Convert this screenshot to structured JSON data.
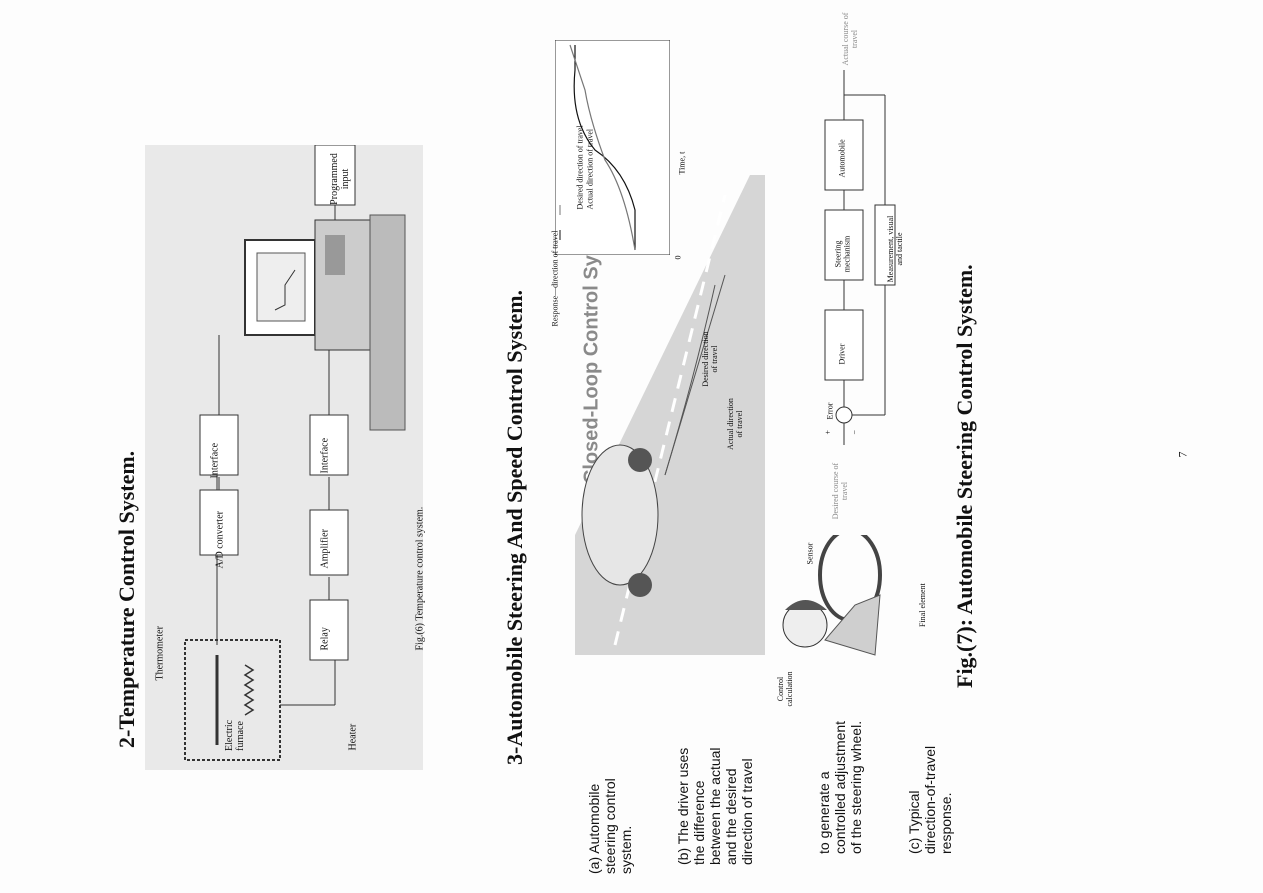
{
  "section2": {
    "heading": "2-Temperature Control System."
  },
  "fig6": {
    "caption": "Fig.(6)    Temperature control system.",
    "labels": {
      "thermometer": "Thermometer",
      "furnace": "Electric furnace",
      "heater": "Heater",
      "relay": "Relay",
      "amplifier": "Amplifier",
      "interface_bottom": "Interface",
      "ad_converter": "A/D converter",
      "interface_top": "Interface",
      "programmed_input": "Programmed input"
    }
  },
  "section3": {
    "heading": "3-Automobile Steering And Speed Control System.",
    "example": "EXAMPLE : Closed-Loop Control Systems"
  },
  "fig7": {
    "caption": "Fig.(7): Automobile Steering Control System.",
    "road_labels": {
      "desired": "Desired direction of travel",
      "actual": "Actual direction of travel"
    },
    "driver_labels": {
      "control_calc": "Control calculation",
      "sensor": "Sensor",
      "final_element": "Final element"
    },
    "block": {
      "desired_course": "Desired course of travel",
      "plus": "+",
      "minus": "−",
      "error": "Error",
      "driver": "Driver",
      "steering": "Steering mechanism",
      "automobile": "Automobile",
      "measurement": "Measurement, visual and tactile",
      "actual_course": "Actual course of travel"
    },
    "response": {
      "legend_desired": "Desired direction of travel",
      "legend_actual": "Actual direction of travel",
      "ylabel": "Response—direction of travel",
      "xlabel": "Time, t",
      "origin": "0"
    }
  },
  "notes": {
    "a": "(a) Automobile steering control system.",
    "b1": "(b) The driver uses the difference between the actual and the desired direction of travel",
    "b2": "to generate a controlled adjustment of the steering wheel.",
    "c": "(c) Typical direction-of-travel response."
  },
  "page_number": "7"
}
